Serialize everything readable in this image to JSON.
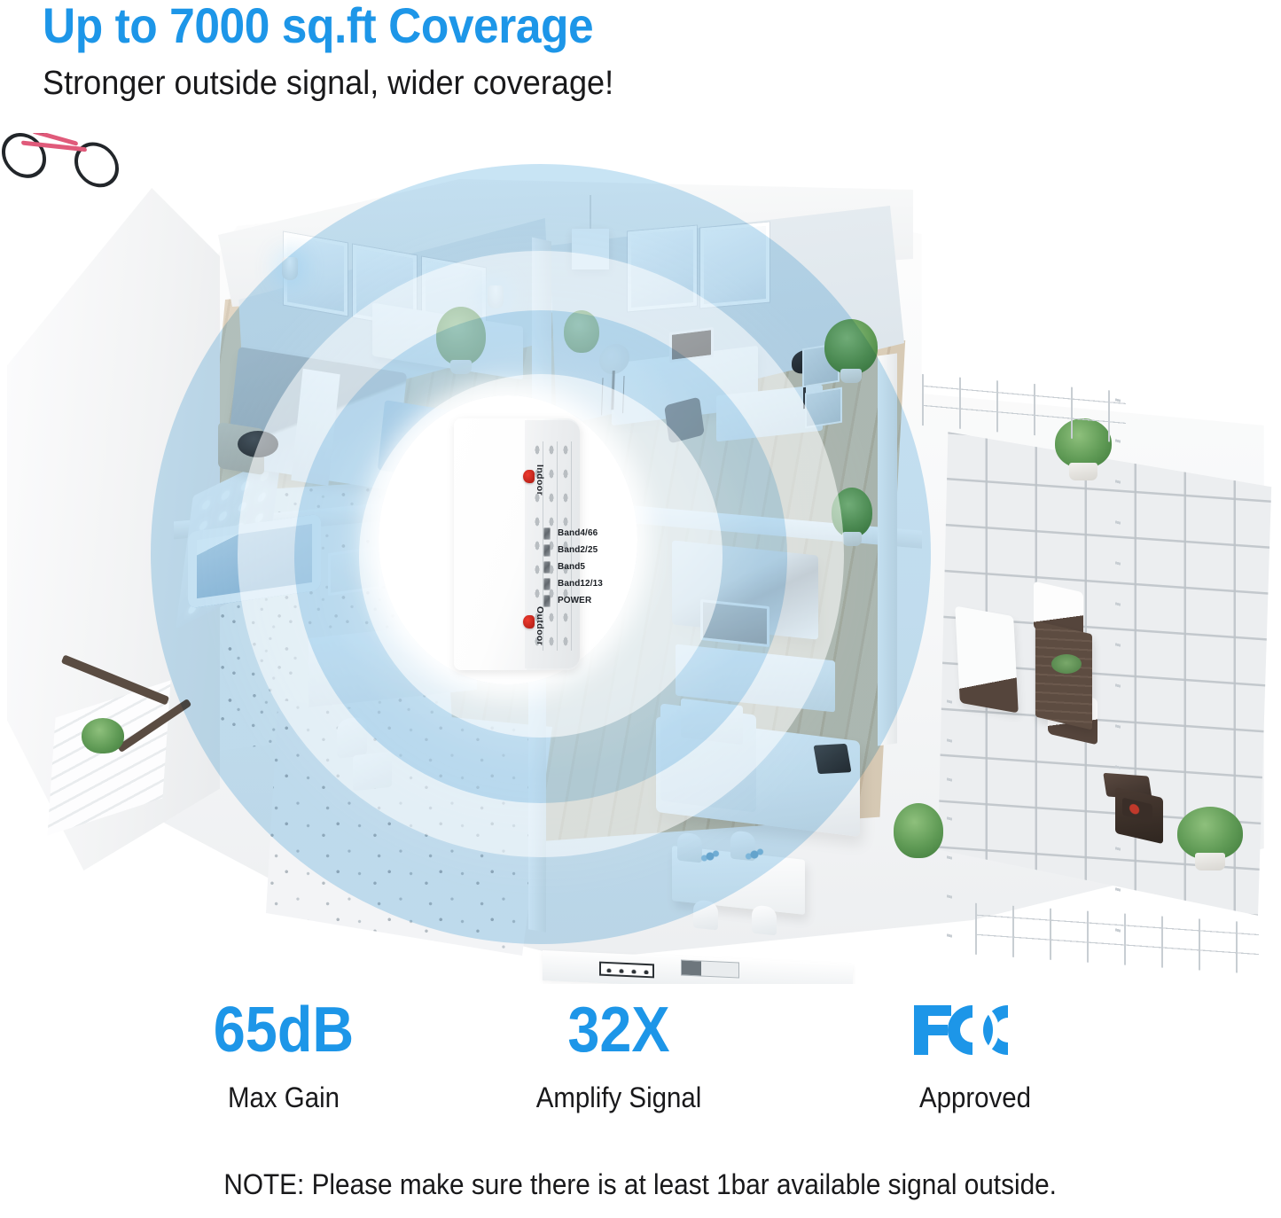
{
  "header": {
    "headline": "Up to 7000 sq.ft Coverage",
    "subhead": "Stronger outside signal, wider coverage!"
  },
  "colors": {
    "accent_blue": "#1d96e8",
    "signal_blue": "#a6d3ee",
    "text_black": "#19191b",
    "led_gray": "#62686e",
    "port_red": "#ee3b2f"
  },
  "illustration": {
    "alt": "3D cutaway isometric apartment floor plan with blue signal coverage bubble",
    "signal_bubble_label": "signal coverage area",
    "rooms": [
      "bedroom",
      "home office",
      "bathroom",
      "second bedroom",
      "living room",
      "dining area",
      "kitchen",
      "terrace"
    ]
  },
  "device": {
    "name": "cell phone signal booster",
    "port_top_label": "Indoor",
    "port_bottom_label": "Outdoor",
    "leds": [
      {
        "label": "Band4/66"
      },
      {
        "label": "Band2/25"
      },
      {
        "label": "Band5"
      },
      {
        "label": "Band12/13"
      },
      {
        "label": "POWER"
      }
    ]
  },
  "stats": [
    {
      "value": "65dB",
      "caption": "Max Gain",
      "icon": "text"
    },
    {
      "value": "32X",
      "caption": "Amplify Signal",
      "icon": "text"
    },
    {
      "value": "FCC",
      "caption": "Approved",
      "icon": "fcc-logo-icon"
    }
  ],
  "note": "NOTE: Please make sure there is at least 1bar available signal outside."
}
